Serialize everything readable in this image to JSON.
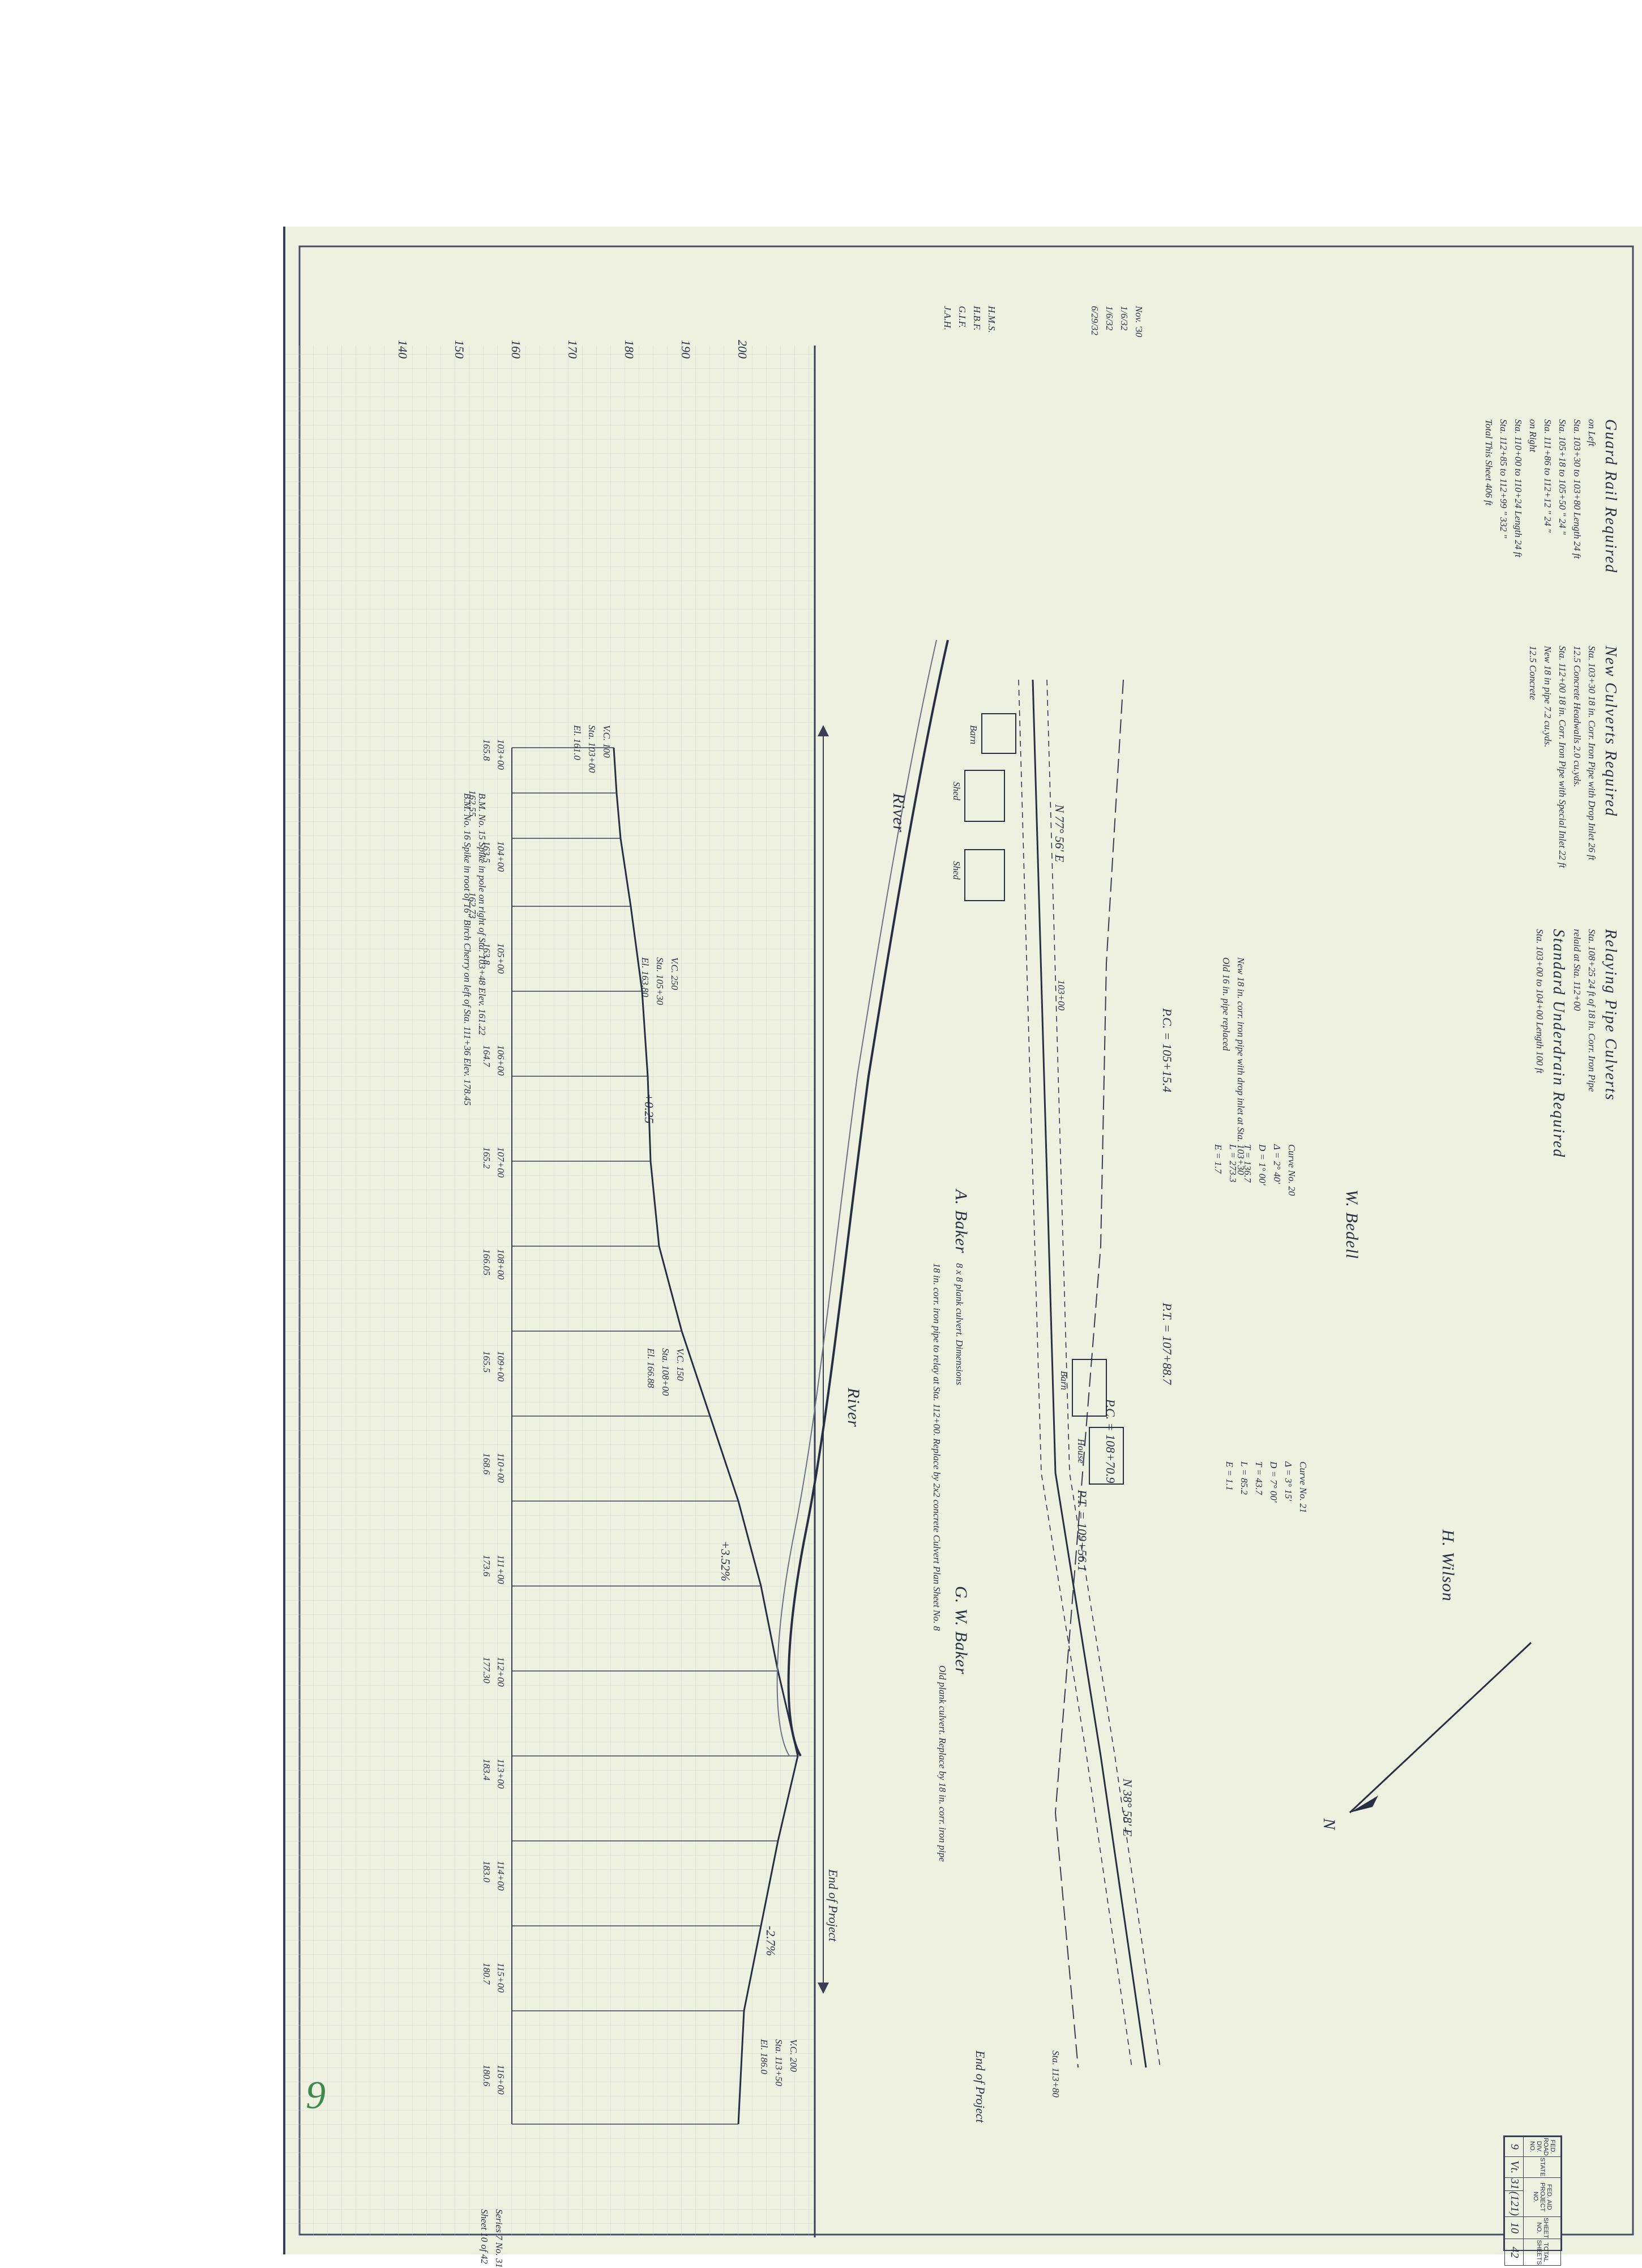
{
  "page_number": "9",
  "header_notes": {
    "left": [
      "H.M.S.",
      "H.B.F.",
      "G.I.F.",
      "J.A.H."
    ],
    "right": [
      "Nov. '30",
      "1/6/32",
      "1/6/32",
      "6/29/32"
    ]
  },
  "guard_rail": {
    "heading_1": "Guard Rail Required",
    "heading_2": "on Left",
    "rows": [
      "Sta. 103+30 to 103+80   Length 24 ft",
      "Sta. 105+18 to 105+50      \"      24 \"",
      "Sta. 111+86 to 112+12      \"      24 \""
    ],
    "heading_3": "on Right",
    "rows_right": [
      "Sta. 110+00 to 110+24   Length 24 ft",
      "Sta. 112+85 to 112+99      \"   332 \""
    ],
    "total": "Total This Sheet   406 ft"
  },
  "new_culverts": {
    "heading": "New Culverts Required",
    "rows": [
      "Sta. 103+30  18 in. Corr. Iron Pipe with Drop Inlet  26 ft",
      "                  12.5 Concrete Headwalls   2.0 cu.yds.",
      "Sta. 112+00  18 in. Corr. Iron Pipe with Special Inlet   22 ft",
      "                  New 18 in pipe                   7.2 cu.yds.",
      "                  12.5 Concrete"
    ]
  },
  "relaying": {
    "heading": "Relaying Pipe Culverts",
    "rows": [
      "Sta. 108+25  24 ft of 18 in. Corr. Iron Pipe",
      "                  relaid at Sta. 112+00"
    ],
    "heading_2": "Standard Underdrain Required",
    "rows_2": [
      "Sta. 103+00 to 104+00   Length 100 ft"
    ]
  },
  "profile": {
    "elevation_ticks": [
      "140",
      "150",
      "160",
      "170",
      "180",
      "190",
      "200"
    ],
    "stations": [
      "103+00",
      "104+00",
      "105+00",
      "106+00",
      "107+00",
      "108+00",
      "109+00",
      "110+00",
      "111+00",
      "112+00",
      "113+00",
      "114+00",
      "115+00",
      "116+00"
    ],
    "elevations": [
      "165.8",
      "162.55",
      "163.5",
      "162.73",
      "163.8",
      "164.7",
      "165.2",
      "166.05",
      "165.5",
      "168.6",
      "173.6",
      "177.30",
      "183.4",
      "183.0",
      "180.7",
      "180.6"
    ],
    "vc_labels": [
      {
        "text": "V.C. 100",
        "sta": "Sta. 103+00",
        "el": "El. 161.0"
      },
      {
        "text": "V.C. 250",
        "sta": "Sta. 105+30",
        "el": "El. 163.80"
      },
      {
        "text": "V.C. 150",
        "sta": "Sta. 108+00",
        "el": "El. 166.88"
      },
      {
        "text": "V.C. 200",
        "sta": "Sta. 113+50",
        "el": "El. 186.0"
      }
    ],
    "grades": [
      "+0.25",
      "+3.52%",
      "-2.7%"
    ],
    "end_label": "End of Project",
    "bench_marks": [
      "B.M. No. 15  Spike in pole on right of Sta. 103+48   Elev. 161.22",
      "B.M. No. 16  Spike in root of 16\" Birch Cherry on left of Sta. 111+36   Elev. 178.45"
    ]
  },
  "plan": {
    "owners": [
      "W. Bedell",
      "A. Baker",
      "G. W. Baker",
      "H. Wilson"
    ],
    "river_labels": [
      "River",
      "River"
    ],
    "pc_1": "P.C. = 105+15.4",
    "pt_1": "P.T. = 107+88.7",
    "pc_2": "P.C. = 108+70.9",
    "pt_2": "P.T. = 109+56.1",
    "curve_1": [
      "Curve No. 20",
      "Δ = 2° 40'",
      "D = 1° 00'",
      "T = 136.7",
      "L = 273.3",
      "E = 1.7"
    ],
    "curve_2": [
      "Curve No. 21",
      "Δ = 3° 15'",
      "D = 7° 00'",
      "T = 43.7",
      "L = 85.2",
      "E = 1.1"
    ],
    "bearings": [
      "N 77° 56' E",
      "N 38° 58' E"
    ],
    "station_label": "103+00",
    "notes": [
      "New 18 in. corr. iron pipe with drop inlet at Sta. 103+30",
      "Old 16 in. pipe replaced",
      "8 x 8 plank culvert. Dimensions",
      "18 in. corr. iron pipe to relay at Sta. 112+00. Replace by 2x2 concrete Culvert Plan Sheet No. 8",
      "Old plank culvert. Replace by 18 in. corr. iron pipe"
    ],
    "buildings": [
      "Barn",
      "Shed",
      "Shed",
      "Barn",
      "House"
    ],
    "end_of_project": "End of Project",
    "end_station": "Sta. 113+80",
    "north": "N"
  },
  "title_block": {
    "headers": [
      "FED. ROAD DIV. NO.",
      "STATE",
      "FED. AID PROJECT NO.",
      "SHEET NO.",
      "TOTAL SHEETS"
    ],
    "values": [
      "9",
      "Vt.",
      "31",
      "(121)",
      "10",
      "42"
    ]
  },
  "series": [
    "Series 7  No. 31",
    "Sheet 10 of 42"
  ]
}
